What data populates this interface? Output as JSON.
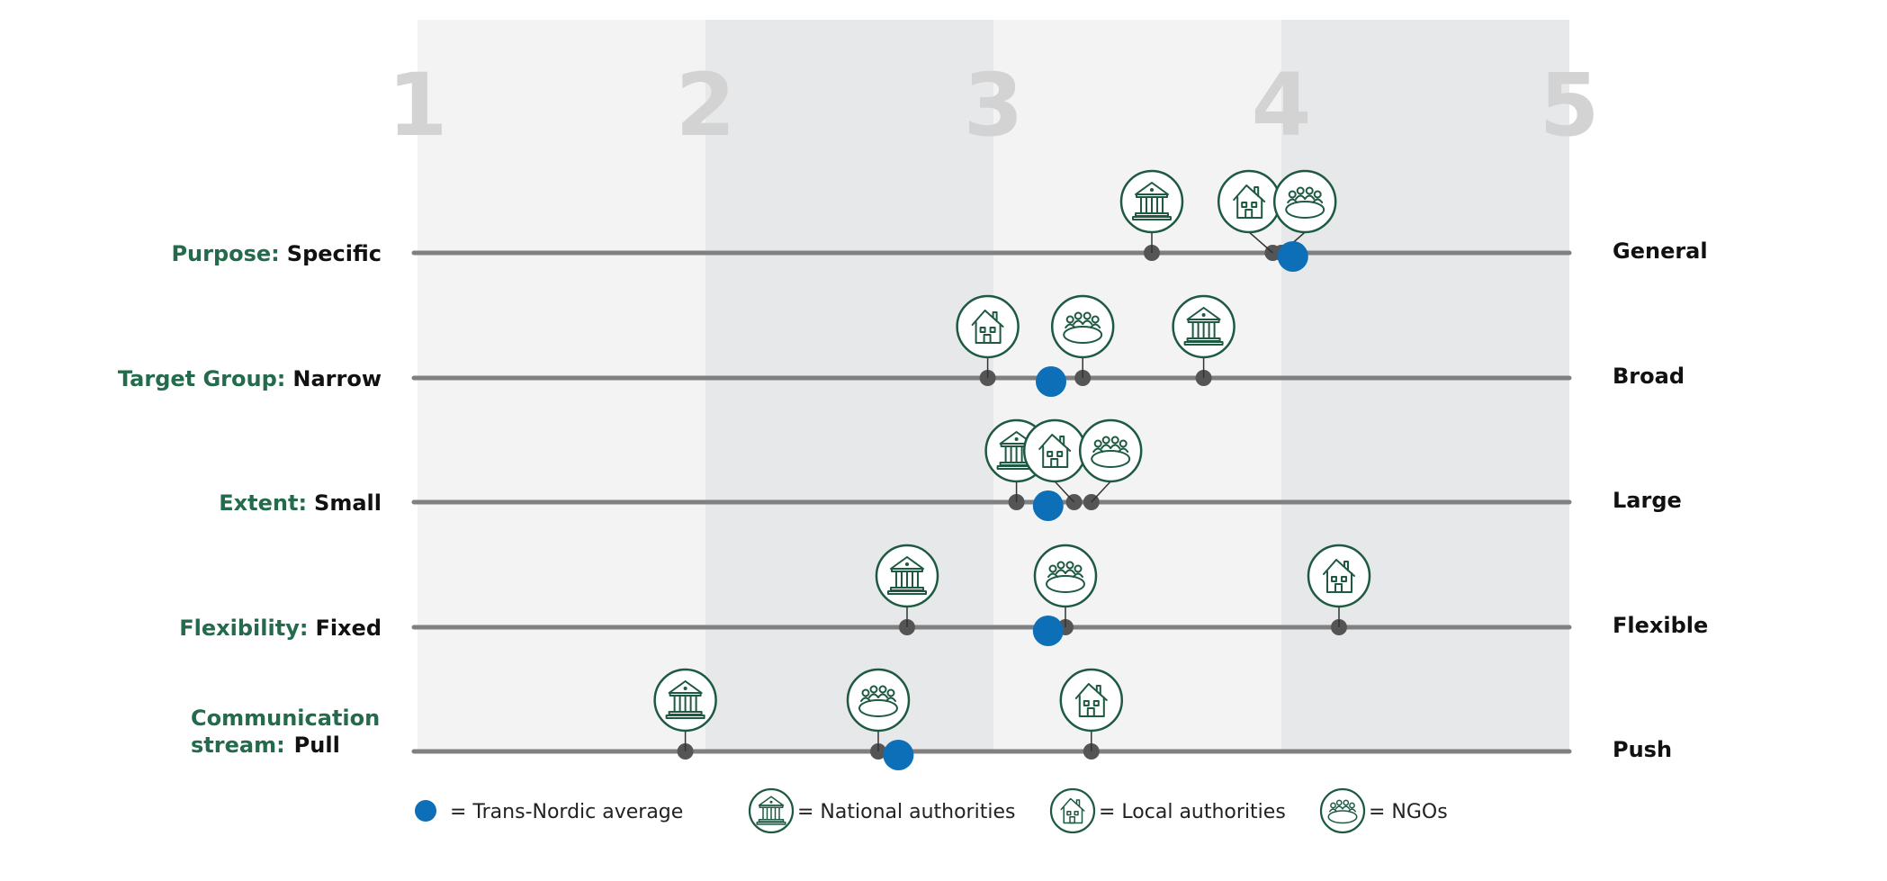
{
  "chart_data": {
    "type": "scatter",
    "x_ticks": [
      "1",
      "2",
      "3",
      "4",
      "5"
    ],
    "xlim": [
      1,
      5
    ],
    "grid": "alternating vertical bands",
    "rows": [
      {
        "category": "Purpose:",
        "left": "Specific",
        "right": "General",
        "national": 3.55,
        "local": 3.97,
        "ngo": 4.0,
        "average": 4.04
      },
      {
        "category": "Target Group:",
        "left": "Narrow",
        "right": "Broad",
        "national": 3.73,
        "local": 2.98,
        "ngo": 3.31,
        "average": 3.2
      },
      {
        "category": "Extent:",
        "left": "Small",
        "right": "Large",
        "national": 3.08,
        "local": 3.28,
        "ngo": 3.34,
        "average": 3.19
      },
      {
        "category": "Flexibility:",
        "left": "Fixed",
        "right": "Flexible",
        "national": 2.7,
        "local": 4.2,
        "ngo": 3.25,
        "average": 3.19
      },
      {
        "category": "Communication stream:",
        "category_lines": [
          "Communication",
          "stream:"
        ],
        "left": "Pull",
        "right": "Push",
        "national": 1.93,
        "local": 3.34,
        "ngo": 2.6,
        "average": 2.67
      }
    ],
    "legend": [
      {
        "key": "average",
        "label": "= Trans-Nordic average"
      },
      {
        "key": "national",
        "label": "= National authorities"
      },
      {
        "key": "local",
        "label": "= Local authorities"
      },
      {
        "key": "ngo",
        "label": "= NGOs"
      }
    ]
  },
  "icons": {
    "national": "government-building-icon",
    "local": "house-icon",
    "ngo": "meeting-group-icon"
  },
  "colors": {
    "band_light": "#f3f3f3",
    "band_dark": "#e7e8e9",
    "axis_line": "#808080",
    "dot": "#555555",
    "average": "#0c6fb8",
    "icon_stroke": "#1d5a41",
    "category_text": "#246a4c"
  }
}
